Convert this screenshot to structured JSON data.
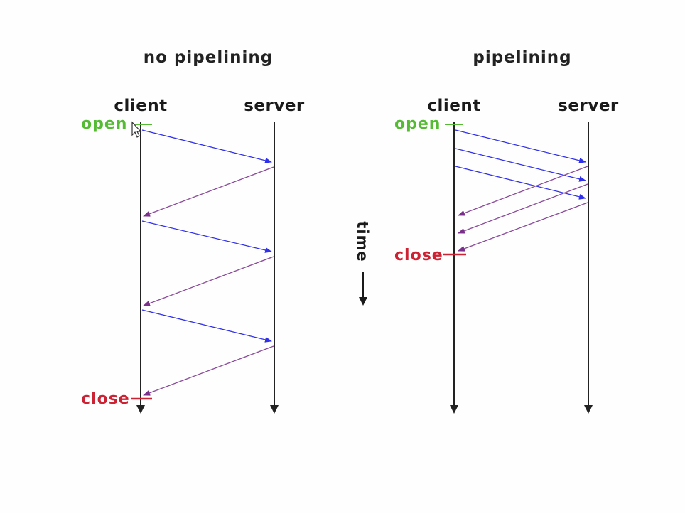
{
  "colors": {
    "request": "#3030e8",
    "response": "#8a4a9a",
    "timeline": "#222222",
    "open": "#55bb33",
    "close": "#cc2233"
  },
  "panels": [
    {
      "title": "no pipelining",
      "client_label": "client",
      "server_label": "server",
      "open_label": "open",
      "close_label": "close"
    },
    {
      "title": "pipelining",
      "client_label": "client",
      "server_label": "server",
      "open_label": "open",
      "close_label": "close"
    }
  ],
  "time_axis": {
    "label": "time"
  }
}
